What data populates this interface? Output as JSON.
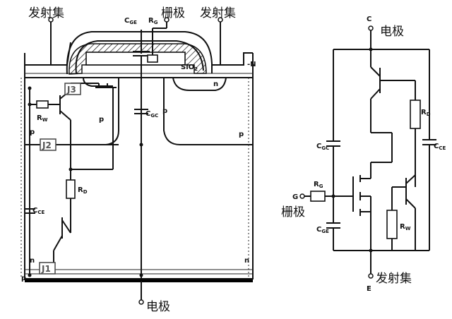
{
  "left": {
    "emitter_left": "发射集",
    "gate": "栅极",
    "emitter_right": "发射集",
    "collector_bottom": "电极",
    "cge_top": {
      "main": "C",
      "sub": "GE"
    },
    "rg_top": {
      "main": "R",
      "sub": "G"
    },
    "sio2": {
      "main": "SiO",
      "sub": "2"
    },
    "n_plus_right": "-N",
    "n_plus_small": "n",
    "j3": "J3",
    "j2": "J2",
    "j1": "J1",
    "rw": {
      "main": "R",
      "sub": "W"
    },
    "p_plus_left": "p",
    "p_minus_1": "p",
    "p_minus_2": "p",
    "p_plus_right": "p",
    "cgc": {
      "main": "C",
      "sub": "GC"
    },
    "rd": {
      "main": "R",
      "sub": "D"
    },
    "cce": {
      "main": "C",
      "sub": "CE"
    },
    "n_minus": "n",
    "p_bottom": "p",
    "n_bottom": "n"
  },
  "right": {
    "c_letter": "C",
    "collector": "电极",
    "cgc": {
      "main": "C",
      "sub": "GC"
    },
    "rd": {
      "main": "R",
      "sub": "D"
    },
    "cce": {
      "main": "C",
      "sub": "CE"
    },
    "rg": {
      "main": "R",
      "sub": "G"
    },
    "g_letter": "G",
    "gate": "栅极",
    "cge": {
      "main": "C",
      "sub": "GE"
    },
    "rw": {
      "main": "R",
      "sub": "W"
    },
    "e_letter": "E",
    "emitter": "发射集"
  }
}
